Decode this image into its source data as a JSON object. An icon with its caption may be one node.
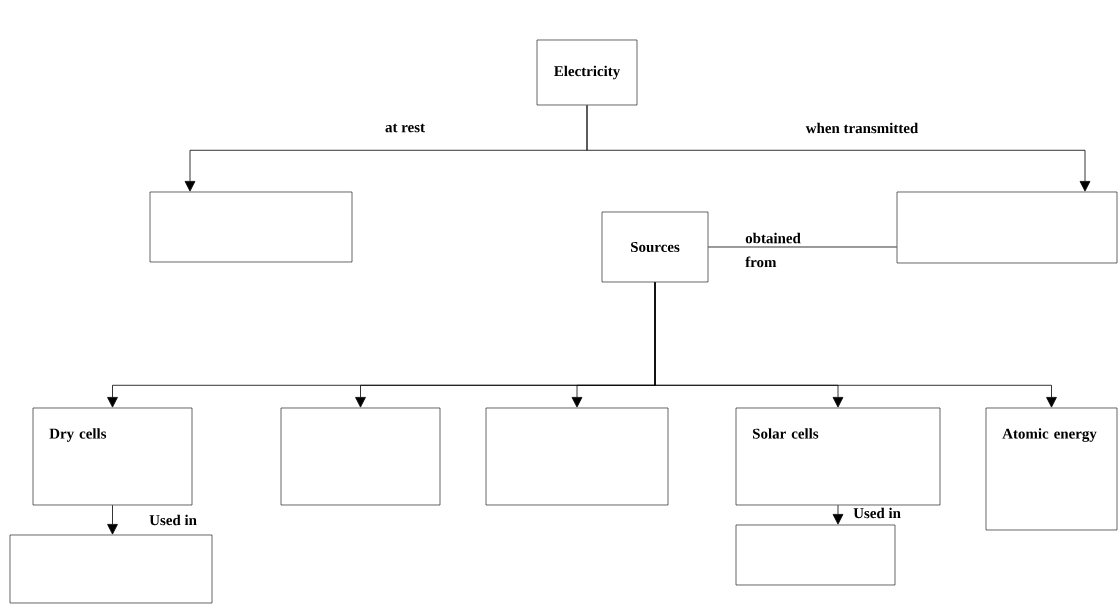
{
  "diagram": {
    "nodes": [
      {
        "text": [
          "Electricity"
        ]
      },
      {
        "text": [],
        "shape": "box"
      },
      {
        "text": [],
        "shape": "box"
      },
      {
        "text": [
          "Sources"
        ]
      },
      {
        "text": [
          "Dry cells"
        ]
      },
      {
        "text": [],
        "shape": "box"
      },
      {
        "text": [],
        "shape": "box"
      },
      {
        "text": [
          "Solar cells"
        ]
      },
      {
        "text": [
          "**Atomic** energy"
        ]
      },
      {
        "text": [],
        "shape": "box"
      },
      {
        "text": [],
        "shape": "box"
      }
    ],
    "edges": [
      {
        "from": 0,
        "to": 1,
        "arrow": "to",
        "label": "at rest"
      },
      {
        "from": 0,
        "to": 2,
        "arrow": "to",
        "label": "when transmitted"
      },
      {
        "from": 3,
        "to": 2,
        "arrow": "none",
        "label": "obtained from"
      },
      {
        "from": 3,
        "to": 4,
        "arrow": "to"
      },
      {
        "from": 3,
        "to": 5,
        "arrow": "to"
      },
      {
        "from": 3,
        "to": 6,
        "arrow": "to"
      },
      {
        "from": 3,
        "to": 7,
        "arrow": "to"
      },
      {
        "from": 3,
        "to": 8,
        "arrow": "to"
      },
      {
        "from": 4,
        "to": 9,
        "arrow": "to",
        "label": "Used in"
      },
      {
        "from": 7,
        "to": 10,
        "arrow": "to",
        "label": "Used in"
      }
    ]
  }
}
